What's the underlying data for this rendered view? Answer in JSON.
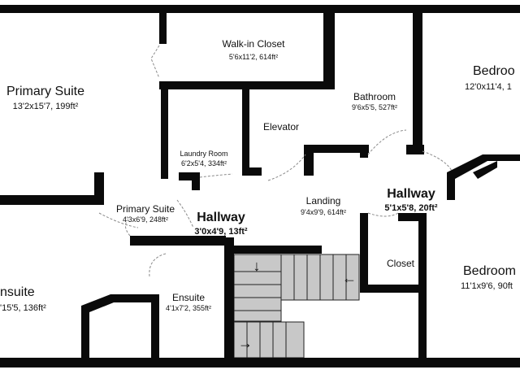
{
  "rooms": {
    "walk_in_closet": {
      "name": "Walk-in Closet",
      "dims": "5'6x11'2, 614ft²"
    },
    "primary_suite_main": {
      "name": "Primary Suite",
      "dims": "13'2x15'7, 199ft²"
    },
    "bathroom": {
      "name": "Bathroom",
      "dims": "9'6x5'5, 527ft²"
    },
    "bedroom_top": {
      "name": "Bedroo",
      "dims": "12'0x11'4, 1"
    },
    "elevator": {
      "name": "Elevator"
    },
    "laundry_room": {
      "name": "Laundry Room",
      "dims": "6'2x5'4, 334ft²"
    },
    "primary_suite_small": {
      "name": "Primary Suite",
      "dims": "4'3x6'9, 248ft²"
    },
    "hallway_center": {
      "name": "Hallway",
      "dims": "3'0x4'9, 13ft²"
    },
    "landing": {
      "name": "Landing",
      "dims": "9'4x9'9, 614ft²"
    },
    "hallway_right": {
      "name": "Hallway",
      "dims": "5'1x5'8, 20ft²"
    },
    "closet": {
      "name": "Closet"
    },
    "bedroom_bottom": {
      "name": "Bedroom",
      "dims": "11'1x9'6, 90ft"
    },
    "ensuite_left": {
      "name": "nsuite",
      "dims": "'15'5, 136ft²"
    },
    "ensuite_small": {
      "name": "Ensuite",
      "dims": "4'1x7'2, 355ft²"
    }
  },
  "stairs": {
    "arrow_upper": "←",
    "arrow_lower": "→",
    "arrow_down": "↓"
  },
  "colors": {
    "wall": "#0a0a0a",
    "stair": "#c8c8c8",
    "door": "#8a8a8a"
  }
}
